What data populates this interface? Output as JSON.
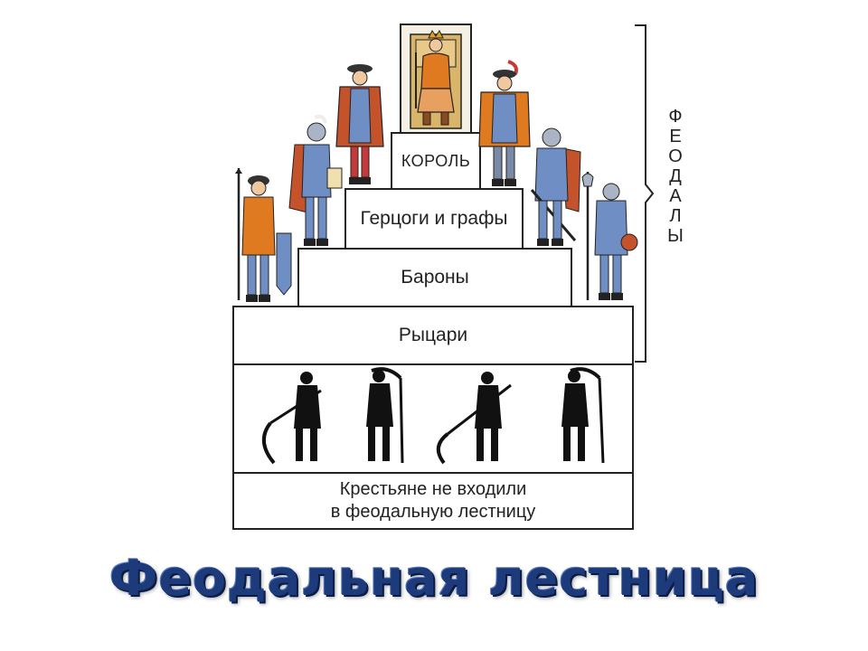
{
  "diagram": {
    "tiers": {
      "king": "КОРОЛЬ",
      "dukes": "Герцоги и графы",
      "barons": "Бароны",
      "knights": "Рыцари"
    },
    "peasants_note_line1": "Крестьяне не входили",
    "peasants_note_line2": "в феодальную лестницу",
    "bracket_label": [
      "Ф",
      "Е",
      "О",
      "Д",
      "А",
      "Л",
      "Ы"
    ]
  },
  "title": "Феодальная лестница",
  "colors": {
    "title": "#1d3a7a",
    "border": "#222222",
    "knight_blue": "#6f8fc4",
    "cape_red": "#c4522a",
    "peasant": "#111111"
  }
}
